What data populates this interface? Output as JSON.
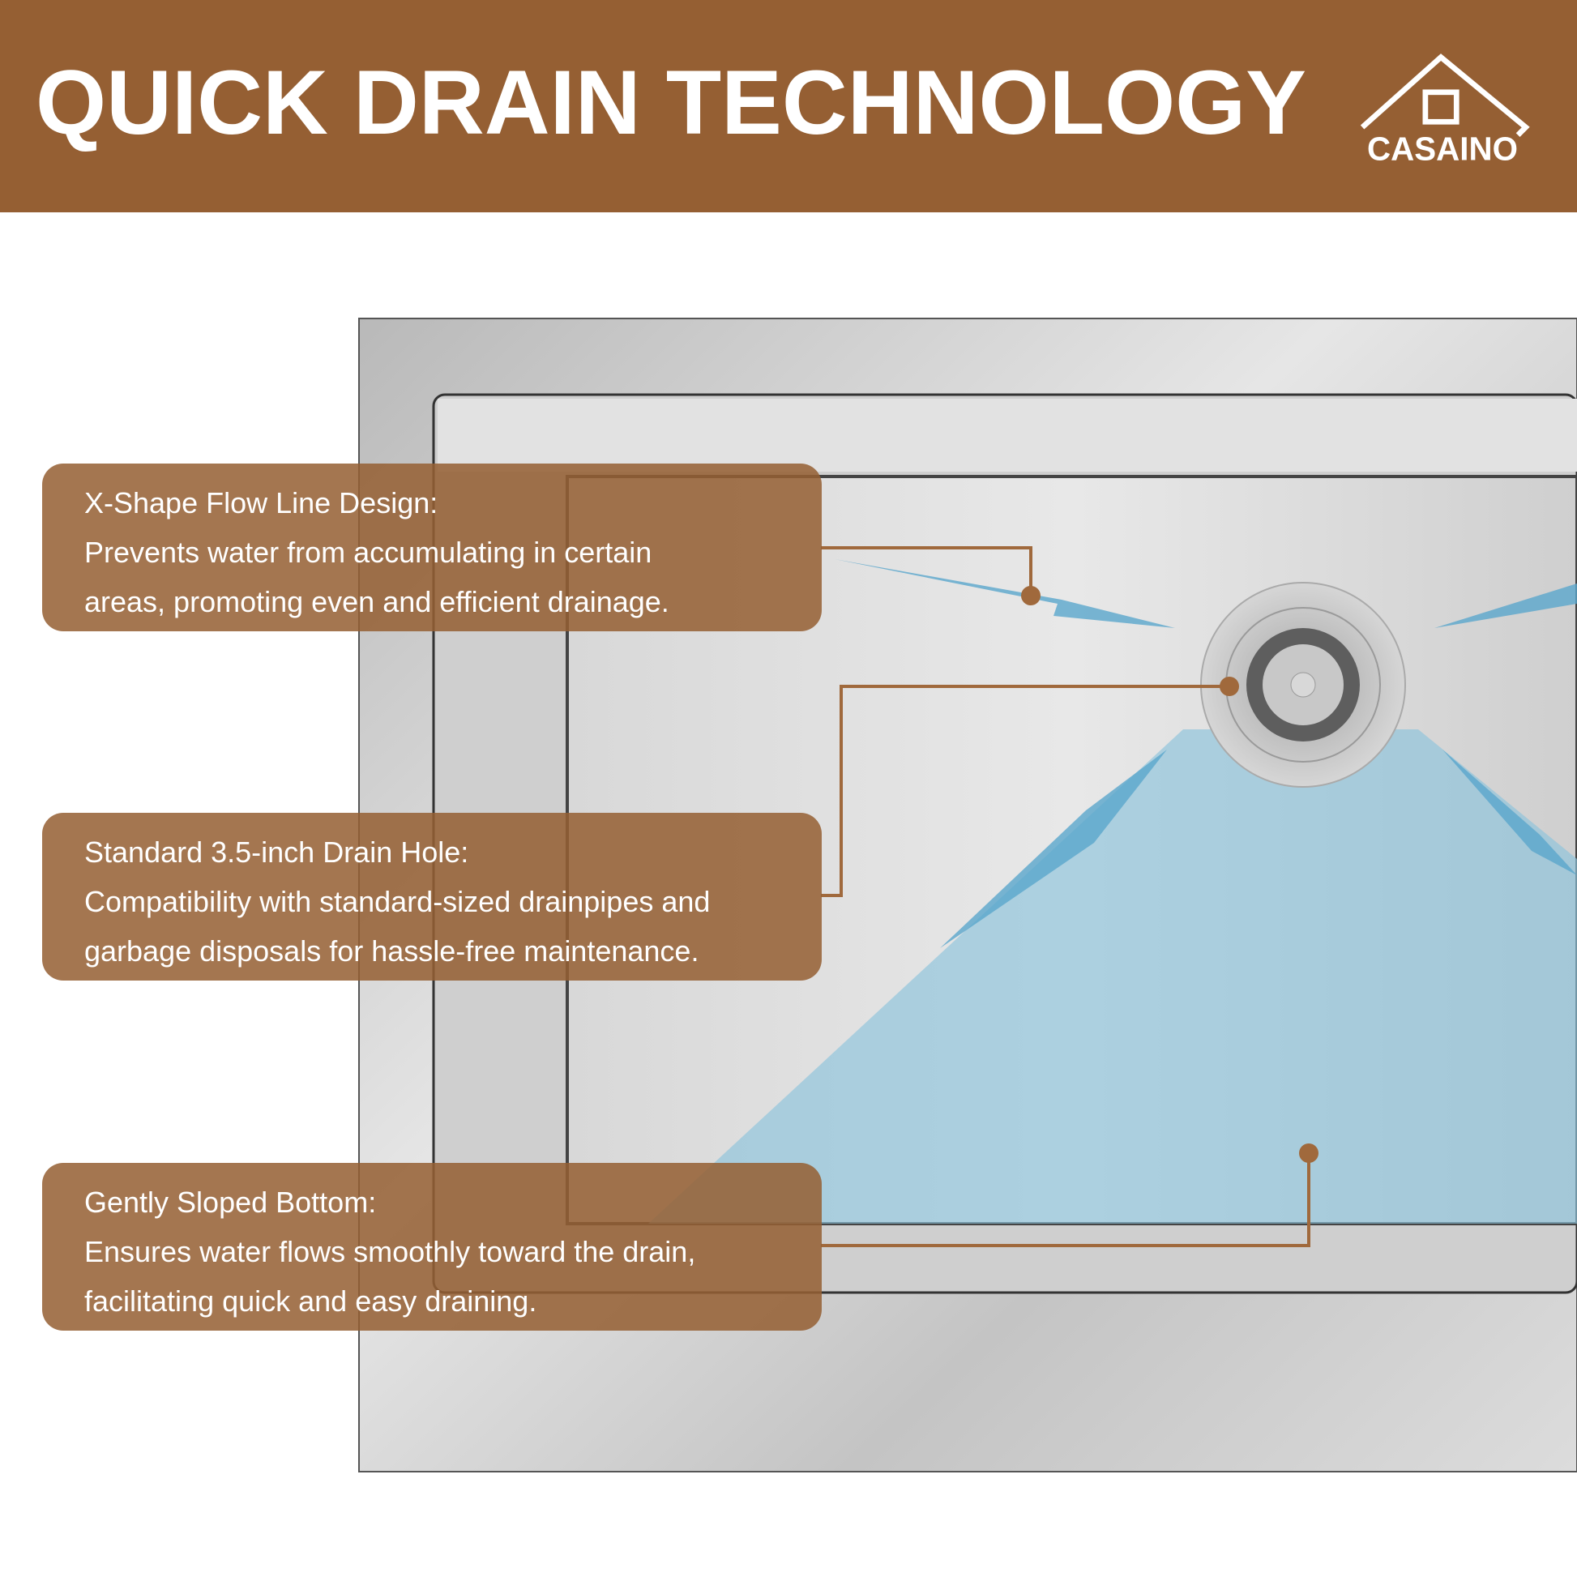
{
  "header": {
    "title": "QUICK DRAIN TECHNOLOGY",
    "logo_text": "CASAINO"
  },
  "colors": {
    "brand": "#955f33",
    "water": "#6fb2d2",
    "steel": "#c9c9c9"
  },
  "features": [
    {
      "heading": "X-Shape Flow Line Design:",
      "lines": [
        "Prevents water from accumulating in certain",
        "areas, promoting even and efficient drainage."
      ]
    },
    {
      "heading": "Standard 3.5-inch Drain Hole:",
      "lines": [
        "Compatibility with standard-sized drainpipes and",
        "garbage disposals for hassle-free maintenance."
      ]
    },
    {
      "heading": "Gently Sloped Bottom:",
      "lines": [
        "Ensures water flows smoothly toward the drain,",
        "facilitating quick and easy draining."
      ]
    }
  ]
}
